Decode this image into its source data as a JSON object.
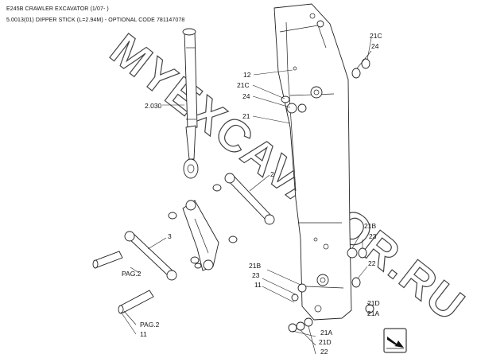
{
  "header": {
    "line1": "E245B CRAWLER EXCAVATOR (1/07- )",
    "line2": "5.0013(01) DIPPER STICK (L=2.94M) - OPTIONAL CODE 781147078"
  },
  "watermark": "MYEXCAVATOR.RU",
  "callouts": {
    "c21C_top": "21C",
    "c24_top": "24",
    "c12": "12",
    "c21C_mid": "21C",
    "c24_mid": "24",
    "c2030": "2.030",
    "c21": "21",
    "c2": "2",
    "c3": "3",
    "c21B_r": "21B",
    "c23_r": "23",
    "c22_r": "22",
    "c21D_r": "21D",
    "c21A_r": "21A",
    "c21B_l": "21B",
    "c23_l": "23",
    "c11_l": "11",
    "c21A_b": "21A",
    "c21D_b": "21D",
    "c22_b": "22",
    "pag2_a": "PAG.2",
    "pag2_b": "PAG.2",
    "c11_b": "11"
  },
  "icons": {
    "nav": "next-page-arrow-icon"
  }
}
